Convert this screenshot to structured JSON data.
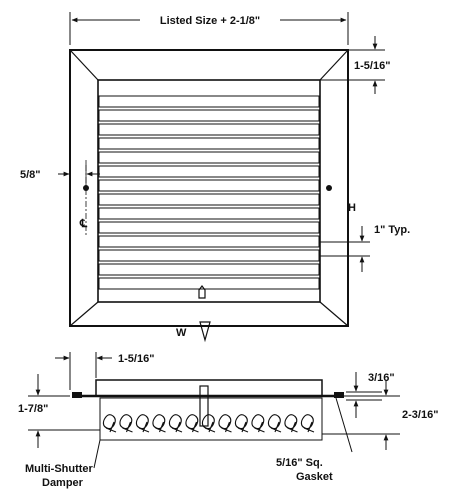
{
  "dimensions": {
    "listed_size": "Listed Size + 2-1/8\"",
    "frame_width": "1-5/16\"",
    "screw_offset": "5/8\"",
    "blade_spacing": "1\" Typ.",
    "height_label": "H",
    "width_label": "W",
    "side_frame": "1-5/16\"",
    "side_total_height": "1-7/8\"",
    "side_flange": "3/16\"",
    "side_depth": "2-3/16\""
  },
  "callouts": {
    "centerline": "℄",
    "damper": [
      "Multi-Shutter",
      "Damper"
    ],
    "gasket": [
      "5/16\" Sq.",
      "Gasket"
    ]
  }
}
